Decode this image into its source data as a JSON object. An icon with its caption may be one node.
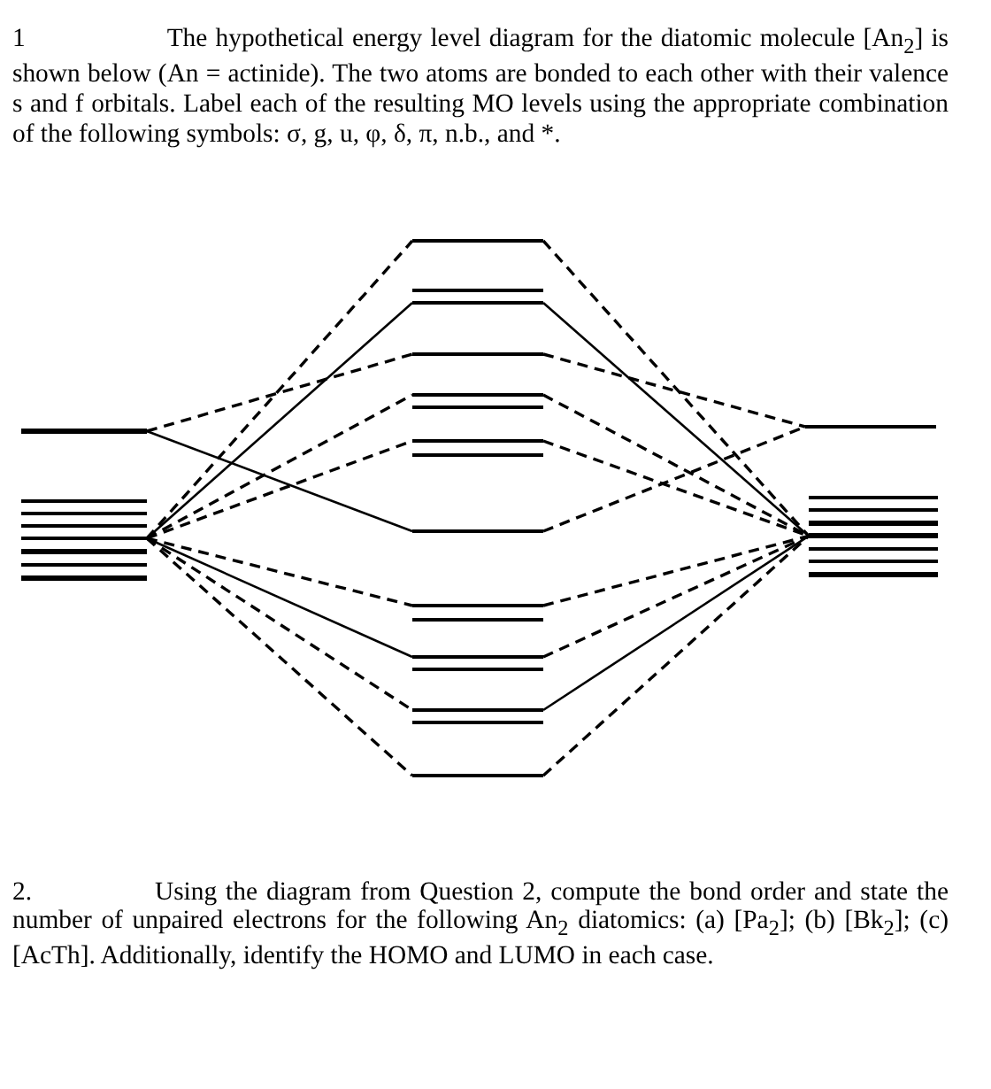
{
  "diagram": {
    "nodes": [
      {
        "text": [],
        "shape": "bar"
      },
      {
        "text": [],
        "shape": "bar"
      },
      {
        "text": [],
        "shape": "bar"
      },
      {
        "text": [],
        "shape": "bar"
      },
      {
        "text": [],
        "shape": "bar"
      },
      {
        "text": [],
        "shape": "bar"
      },
      {
        "text": [],
        "shape": "bar"
      },
      {
        "text": [],
        "shape": "bar"
      },
      {
        "text": [],
        "shape": "bar"
      },
      {
        "text": [],
        "shape": "bar"
      },
      {
        "text": [],
        "shape": "bar"
      },
      {
        "text": [],
        "shape": "bar"
      },
      {
        "text": [],
        "shape": "bar"
      },
      {
        "text": [],
        "shape": "bar"
      },
      {
        "text": [],
        "shape": "bar"
      },
      {
        "text": [],
        "shape": "bar"
      },
      {
        "text": [],
        "shape": "bar"
      },
      {
        "text": [],
        "shape": "bar"
      },
      {
        "text": [],
        "shape": "bar"
      },
      {
        "text": [],
        "shape": "bar"
      },
      {
        "text": [],
        "shape": "bar"
      },
      {
        "text": [],
        "shape": "bar"
      },
      {
        "text": [],
        "shape": "bar"
      },
      {
        "text": [],
        "shape": "bar"
      },
      {
        "text": [],
        "shape": "bar"
      },
      {
        "text": [],
        "shape": "bar"
      },
      {
        "text": [],
        "shape": "bar"
      },
      {
        "text": [],
        "shape": "bar"
      },
      {
        "text": [],
        "shape": "bar"
      },
      {
        "text": [],
        "shape": "bar"
      },
      {
        "text": [],
        "shape": "bar"
      },
      {
        "text": [],
        "shape": "bar"
      }
    ],
    "edges": [
      {
        "from": 0,
        "to": 11,
        "arrow": "none",
        "style": "dashed"
      },
      {
        "from": 0,
        "to": 16,
        "arrow": "none"
      },
      {
        "from": 4,
        "to": 8,
        "arrow": "none",
        "style": "dashed"
      },
      {
        "from": 4,
        "to": 10,
        "arrow": "none"
      },
      {
        "from": 4,
        "to": 12,
        "arrow": "none",
        "style": "dashed"
      },
      {
        "from": 4,
        "to": 14,
        "arrow": "none",
        "style": "dashed"
      },
      {
        "from": 4,
        "to": 17,
        "arrow": "none",
        "style": "dashed"
      },
      {
        "from": 4,
        "to": 19,
        "arrow": "none"
      },
      {
        "from": 4,
        "to": 21,
        "arrow": "none",
        "style": "dashed"
      },
      {
        "from": 4,
        "to": 23,
        "arrow": "none",
        "style": "dashed"
      },
      {
        "from": 8,
        "to": 28,
        "arrow": "none",
        "style": "dashed"
      },
      {
        "from": 10,
        "to": 28,
        "arrow": "none"
      },
      {
        "from": 11,
        "to": 24,
        "arrow": "none",
        "style": "dashed"
      },
      {
        "from": 12,
        "to": 28,
        "arrow": "none",
        "style": "dashed"
      },
      {
        "from": 14,
        "to": 28,
        "arrow": "none",
        "style": "dashed"
      },
      {
        "from": 16,
        "to": 24,
        "arrow": "none",
        "style": "dashed"
      },
      {
        "from": 17,
        "to": 28,
        "arrow": "none",
        "style": "dashed"
      },
      {
        "from": 19,
        "to": 28,
        "arrow": "none",
        "style": "dashed"
      },
      {
        "from": 21,
        "to": 28,
        "arrow": "none"
      },
      {
        "from": 23,
        "to": 28,
        "arrow": "none",
        "style": "dashed"
      }
    ],
    "labels": [
      "1 The hypothetical energy level diagram for the diatomic molecule [An$_{2}$] is shown below (An = actinide). The two atoms are bonded to each other with their valence s and f orbitals. Label each of the resulting MO levels using the appropriate combination of the following symbols: σ, g, u, φ, δ, π, n.b., and *.",
      "2. Using the diagram from Question 2, compute the bond order and state the number of unpaired electrons for the following An$_{2}$ diatomics: (a) [Pa$_{2}$]; (b) [Bk$_{2}$]; (c) [AcTh]. Additionally, identify the HOMO and LUMO in each case."
    ]
  }
}
